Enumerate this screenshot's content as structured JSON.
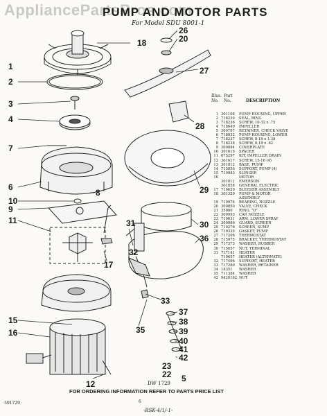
{
  "watermark": "AppliancePartsPros.com",
  "title": "PUMP AND MOTOR PARTS",
  "subtitle": "For Model SDU 8001-1",
  "callouts_left": [
    "18",
    "1",
    "2",
    "3",
    "4",
    "7",
    "6",
    "8",
    "10",
    "9",
    "11",
    "17",
    "31",
    "32",
    "15",
    "16",
    "12"
  ],
  "callouts_right": [
    "26",
    "20",
    "27",
    "28",
    "29",
    "30",
    "36",
    "33",
    "35",
    "37",
    "38",
    "39",
    "40",
    "41",
    "42",
    "23",
    "22",
    "5"
  ],
  "parts_header": {
    "illus": "Illus.",
    "no": "No.",
    "part": "Part",
    "part_no": "No.",
    "description": "DESCRIPTION"
  },
  "parts": [
    {
      "illus": "1",
      "part": "301108",
      "desc": "PUMP HOUSING, UPPER"
    },
    {
      "illus": "2",
      "part": "718239",
      "desc": "SEAL, RING"
    },
    {
      "illus": "3",
      "part": "718236",
      "desc": "SCREW, 10-32 x .75"
    },
    {
      "illus": "4",
      "part": "718649",
      "desc": "IMPELLER"
    },
    {
      "illus": "5",
      "part": "300797",
      "desc": "RETAINER, CHECK VALVE"
    },
    {
      "illus": "6",
      "part": "718032",
      "desc": "PUMP HOUSING, LOWER"
    },
    {
      "illus": "7",
      "part": "718237",
      "desc": "SCREW, 8-18 x 1.38"
    },
    {
      "illus": "8",
      "part": "718238",
      "desc": "SCREW, 8-18 x .62"
    },
    {
      "illus": "9",
      "part": "300084",
      "desc": "COVERPLATE"
    },
    {
      "illus": "10",
      "part": "301619",
      "desc": "SPACER"
    },
    {
      "illus": "11",
      "part": "675297",
      "desc": "KIT, IMPELLER DRAIN"
    },
    {
      "illus": "12",
      "part": "301617",
      "desc": "SCREW, 15-16 (4)"
    },
    {
      "illus": "13",
      "part": "301812",
      "desc": "BASE, PUMP"
    },
    {
      "illus": "14",
      "part": "715850",
      "desc": "SUPPORT, PUMP (4)"
    },
    {
      "illus": "15",
      "part": "719983",
      "desc": "SLINGER"
    },
    {
      "illus": "16",
      "part": "",
      "desc": "MOTOR"
    },
    {
      "illus": "",
      "part": "301811",
      "desc": "EMERSON"
    },
    {
      "illus": "",
      "part": "301858",
      "desc": "GENERAL ELECTRIC"
    },
    {
      "illus": "17",
      "part": "716629",
      "desc": "BLEEDER ASSEMBLY"
    },
    {
      "illus": "18",
      "part": "301329",
      "desc": "PUMP & MOTOR"
    },
    {
      "illus": "",
      "part": "",
      "desc": "ASSEMBLY"
    },
    {
      "illus": "19",
      "part": "719976",
      "desc": "BEARING, NOZZLE"
    },
    {
      "illus": "20",
      "part": "300850",
      "desc": "VALVE, CHECK"
    },
    {
      "illus": "21",
      "part": "35080",
      "desc": "RING, \"O\""
    },
    {
      "illus": "22",
      "part": "300993",
      "desc": "CAP, NOZZLE"
    },
    {
      "illus": "23",
      "part": "719631",
      "desc": "ARM, LOWER SPRAY"
    },
    {
      "illus": "24",
      "part": "300986",
      "desc": "GUARD, SCREEN"
    },
    {
      "illus": "25",
      "part": "719276",
      "desc": "SCREEN, SUMP"
    },
    {
      "illus": "26",
      "part": "719320",
      "desc": "GASKET, PUMP"
    },
    {
      "illus": "27",
      "part": "717206",
      "desc": "THERMOSTAT"
    },
    {
      "illus": "28",
      "part": "715975",
      "desc": "BRACKET, THERMOSTAT"
    },
    {
      "illus": "29",
      "part": "717373",
      "desc": "WASHER, RUBBER"
    },
    {
      "illus": "30",
      "part": "715657",
      "desc": "NUT, TERMINAL"
    },
    {
      "illus": "31",
      "part": "717141",
      "desc": "HEATER"
    },
    {
      "illus": "",
      "part": "719657",
      "desc": "HEATER (ALTERNATE)"
    },
    {
      "illus": "32",
      "part": "717496",
      "desc": "SUPPORT, HEATER"
    },
    {
      "illus": "33",
      "part": "717280",
      "desc": "WASHER, RETAINER"
    },
    {
      "illus": "34",
      "part": "14351",
      "desc": "WASHER"
    },
    {
      "illus": "35",
      "part": "711384",
      "desc": "WASHER"
    },
    {
      "illus": "42",
      "part": "9420162",
      "desc": "NUT"
    }
  ],
  "drawing_no": "DW 1729",
  "order_note": "FOR ORDERING INFORMATION REFER TO PARTS PRICE LIST",
  "footer_left": "301729",
  "footer_center": "6",
  "footer_signature": "-RSK-4/1/-1-"
}
